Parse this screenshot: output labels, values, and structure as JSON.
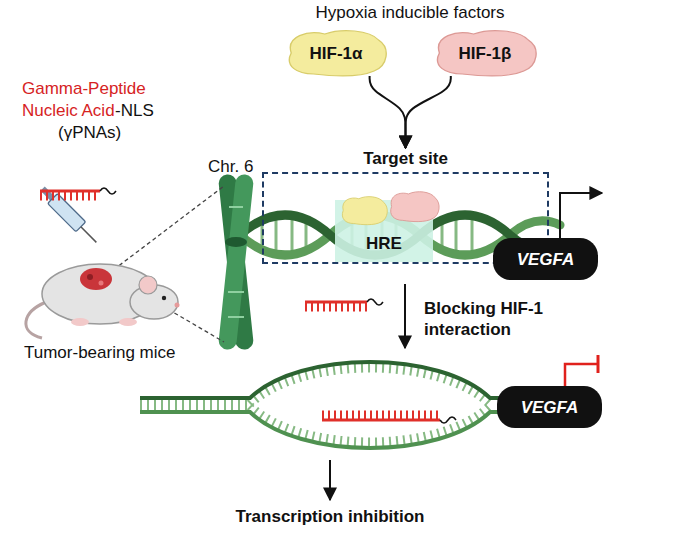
{
  "diagram": {
    "nodes": [
      {
        "text": [
          "HIF-1α"
        ]
      },
      {
        "text": [
          "HIF-1β"
        ]
      },
      {
        "text": [
          "Target site"
        ]
      },
      {
        "text": [
          "HRE"
        ],
        "in": 2
      },
      {
        "text": [
          "VEGFA"
        ]
      },
      {
        "text": [
          "VEGFA"
        ]
      }
    ],
    "edges": [
      {
        "from": 0,
        "to": 2,
        "arrow": "to"
      },
      {
        "from": 1,
        "to": 2,
        "arrow": "to"
      }
    ],
    "labels": [
      "Hypoxia inducible factors",
      "Gamma-Peptide",
      "Nucleic Acid",
      "-NLS",
      "(γPNAs)",
      "Chr. 6",
      "Tumor-bearing mice",
      "Blocking HIF-1 interaction",
      "Transcription inhibition"
    ]
  }
}
